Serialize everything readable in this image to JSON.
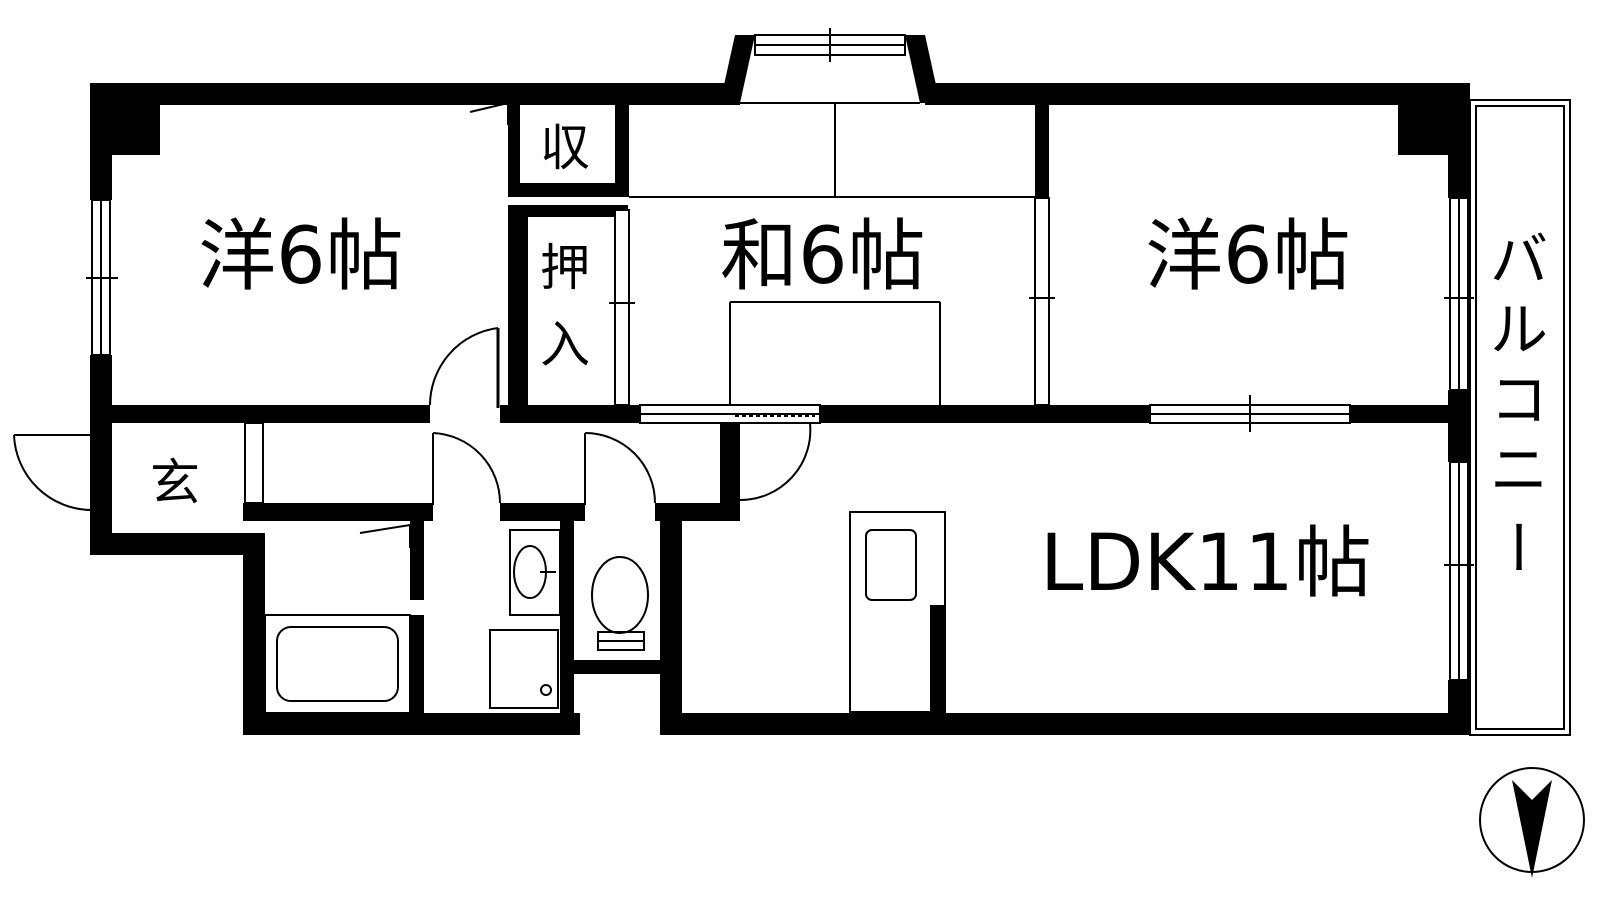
{
  "rooms": {
    "western_left": "洋6帖",
    "storage": "収",
    "closet_top": "押",
    "closet_bottom": "入",
    "japanese": "和6帖",
    "western_right": "洋6帖",
    "entrance": "玄",
    "ldk": "LDK11帖"
  },
  "balcony": {
    "chars": [
      "バ",
      "ル",
      "コ",
      "ニ",
      "ー"
    ]
  },
  "compass": {
    "direction": "south"
  }
}
